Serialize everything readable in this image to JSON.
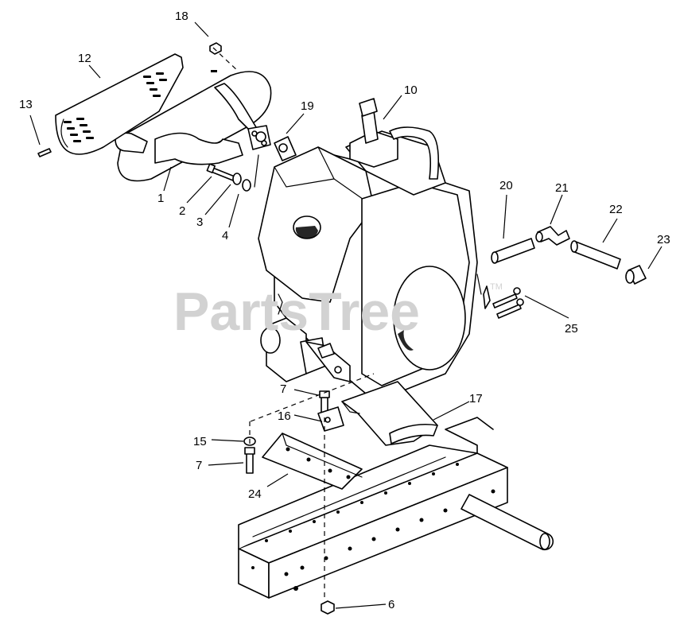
{
  "watermark": {
    "text": "PartsTree",
    "trademark": "TM"
  },
  "callouts": [
    "18",
    "12",
    "13",
    "10",
    "19",
    "1",
    "2",
    "3",
    "4",
    "20",
    "21",
    "22",
    "23",
    "25",
    "7",
    "17",
    "16",
    "15",
    "7",
    "24",
    "6"
  ]
}
